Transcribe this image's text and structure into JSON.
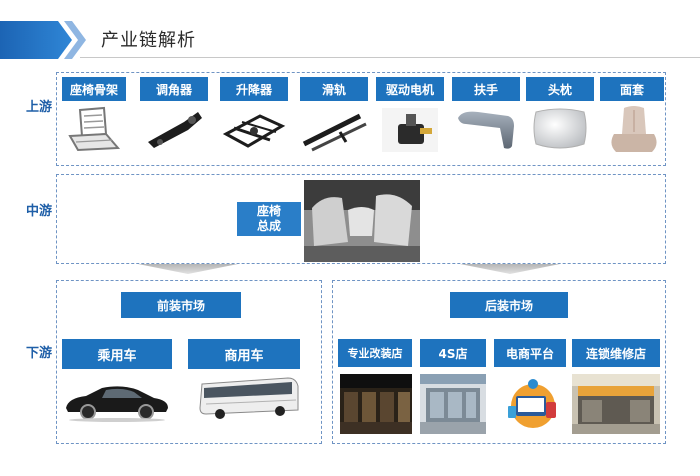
{
  "header": {
    "title": "产业链解析"
  },
  "tiers": {
    "upstream": "上游",
    "midstream": "中游",
    "downstream": "下游"
  },
  "upstream": {
    "parts": [
      {
        "label": "座椅骨架",
        "icon": "seat-frame-icon"
      },
      {
        "label": "调角器",
        "icon": "recliner-icon"
      },
      {
        "label": "升降器",
        "icon": "height-adjuster-icon"
      },
      {
        "label": "滑轨",
        "icon": "slide-rail-icon"
      },
      {
        "label": "驱动电机",
        "icon": "drive-motor-icon"
      },
      {
        "label": "扶手",
        "icon": "armrest-icon"
      },
      {
        "label": "头枕",
        "icon": "headrest-icon"
      },
      {
        "label": "面套",
        "icon": "seat-cover-icon"
      }
    ]
  },
  "midstream": {
    "assembly": "座椅\n总成"
  },
  "downstream": {
    "oem": {
      "title": "前装市场",
      "items": [
        {
          "label": "乘用车"
        },
        {
          "label": "商用车"
        }
      ]
    },
    "aftermarket": {
      "title": "后装市场",
      "items": [
        {
          "label": "专业改装店"
        },
        {
          "label": "4S店"
        },
        {
          "label": "电商平台"
        },
        {
          "label": "连锁维修店"
        }
      ]
    }
  },
  "colors": {
    "accent": "#1e73be",
    "tier_text": "#1f5fa8",
    "frame": "#6f94c4"
  }
}
